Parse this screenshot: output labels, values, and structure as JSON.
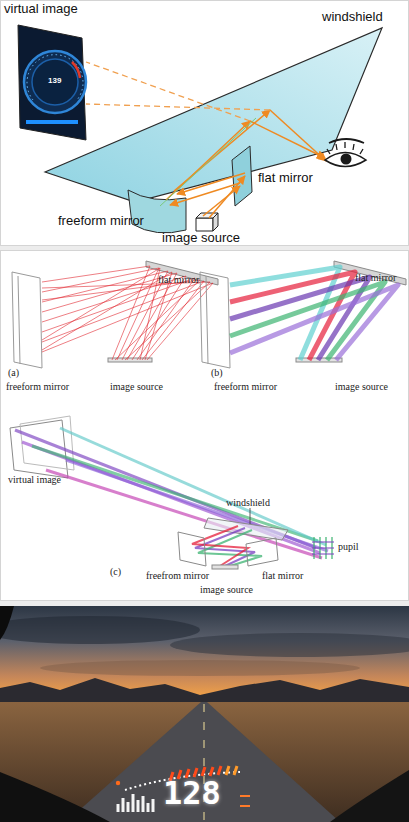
{
  "diagram": {
    "labels": [
      "virtual image",
      "windshield",
      "139",
      "freeform mirror",
      "flat mirror",
      "image source",
      "flat mirror",
      "(a)",
      "freeform mirror",
      "image source",
      "flat mirror",
      "(b)",
      "freeform mirror",
      "image source",
      "virtual image",
      "windshield",
      "(c)",
      "freefrom mirror",
      "image source",
      "flat mirror",
      "pupil",
      "128"
    ]
  }
}
